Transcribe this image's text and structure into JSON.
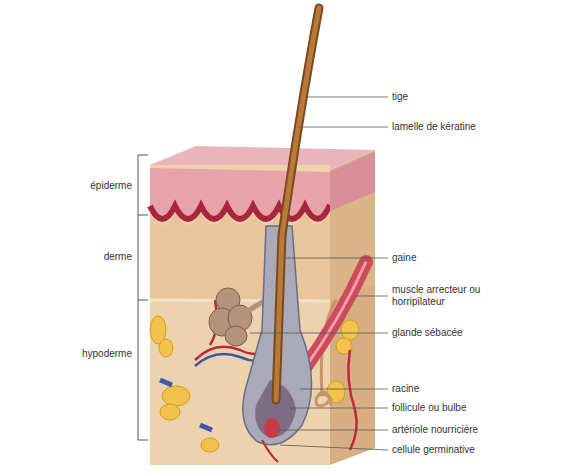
{
  "diagram": {
    "labels": [
      "tige",
      "lamelle de kératine",
      "épiderme",
      "derme",
      "gaine",
      "muscle arrecteur ou horripilateur",
      "glande sébacée",
      "hypoderme",
      "racine",
      "follicule ou bulbe",
      "artériole nourricière",
      "cellule germinative"
    ]
  }
}
